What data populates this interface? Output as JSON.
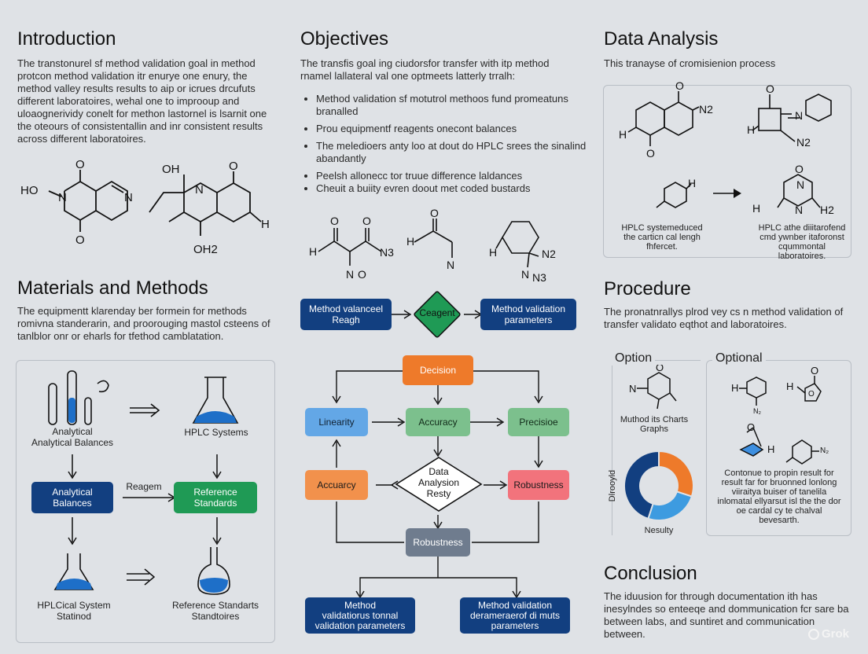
{
  "intro": {
    "title": "Introduction",
    "text": "The transtonurel sf method validation goal in method protcon method validation itr enurye one enury, the method valley results results to aip or icrues drcufuts different laboratoires, wehal one to improoup and uloaognerividy conelt for methon lastornel is lsarnit one the oteours of consistentallin and inr consistent results across different laboratoires.",
    "mol1": [
      "HO",
      "N",
      "O",
      "O",
      "N"
    ],
    "mol2": [
      "OH",
      "N",
      "O",
      "OH2",
      "H"
    ]
  },
  "materials": {
    "title": "Materials and Methods",
    "text": "The equipmentt klarenday ber formein for methods romivna standerarin, and proorouging mastol csteens of tanlblor onr or eharls for tfethod camblatation.",
    "labels": {
      "top_left": "Analytical\nAnalytical Balances",
      "top_right": "HPLC Systems",
      "mid_left": "Analytical\nBalances",
      "mid_arrow": "Reagem",
      "mid_right": "Reference\nStandards",
      "bottom_left": "HPLCical System\nStatinod",
      "bottom_right": "Reference Standarts\nStandtoires"
    }
  },
  "objectives": {
    "title": "Objectives",
    "text": "The transfis goal ing ciudorsfor transfer with itp method rnamel lallateral val one optmeets latterly trralh:",
    "bullets": [
      "Method validation sf motutrol methoos fund promeatuns branalled",
      "Prou equipmentf reagents onecont balances",
      "The meledioers anty loo at dout do HPLC srees the sinalind abandantly",
      "Peelsh allonecc tor truue difference laldances",
      "Cheuit a buiity evren doout met coded bustards"
    ],
    "mol_labels": [
      "O",
      "O",
      "H",
      "N3",
      "N",
      "O",
      "O",
      "H",
      "N",
      "H",
      "N2",
      "N",
      "N3"
    ]
  },
  "flow": {
    "row1": [
      "Method valanceel Reagh",
      "Ceagent",
      "Method validation parameters"
    ],
    "decision": "Decision",
    "row2": [
      "Linearity",
      "Accuracy",
      "Precisioe"
    ],
    "row3_left": "Accuarcy",
    "diamond": "Data\nAnalysion\nResty",
    "row3_right": "Robustness",
    "bottom": "Robustness",
    "final": [
      "Method\nvalidatiorus tonnal\nvalidation parameters",
      "Method validation\nderameraerof di muts\nparameters"
    ]
  },
  "analysis": {
    "title": "Data Analysis",
    "text": "This tranayse of cromisienion process",
    "mol_labels": [
      "O",
      "N2",
      "H",
      "O",
      "N",
      "H",
      "N2",
      "O",
      "H",
      "O",
      "N",
      "N",
      "H",
      "H2"
    ],
    "caption_left": "HPLC systemeduced\nthe carticn cal lengh\nfhfercet.",
    "caption_right": "HPLC athe diiitarofend\ncmd ywnber itaforonst\ncqummontal laboratoires."
  },
  "procedure": {
    "title": "Procedure",
    "text": "The pronatnrallys plrod vey cs n method validation of transfer validato eqthot and laboratoires.",
    "option": "Option",
    "optional": "Optional",
    "charts_label": "Muthod its Charts\nGraphs",
    "donut_left": "Dlrooyld",
    "donut_bottom": "Nesulty",
    "right_text": "Contonue to propin result for result far for bruonned lonlong viiraitya buiser of tanelila inlomatal ellyarsut isl the the dor oe cardal cy te chalval bevesarth.",
    "donut_values": [
      30,
      25,
      45
    ],
    "donut_colors": [
      "#ee7a2a",
      "#3d9be0",
      "#123f80"
    ]
  },
  "conclusion": {
    "title": "Conclusion",
    "text": "The iduusion for through documentation ith has inesylndes so enteeqe and dommunication fcr sare ba between labs, and suntiret and communication between."
  },
  "watermark": "Grok"
}
